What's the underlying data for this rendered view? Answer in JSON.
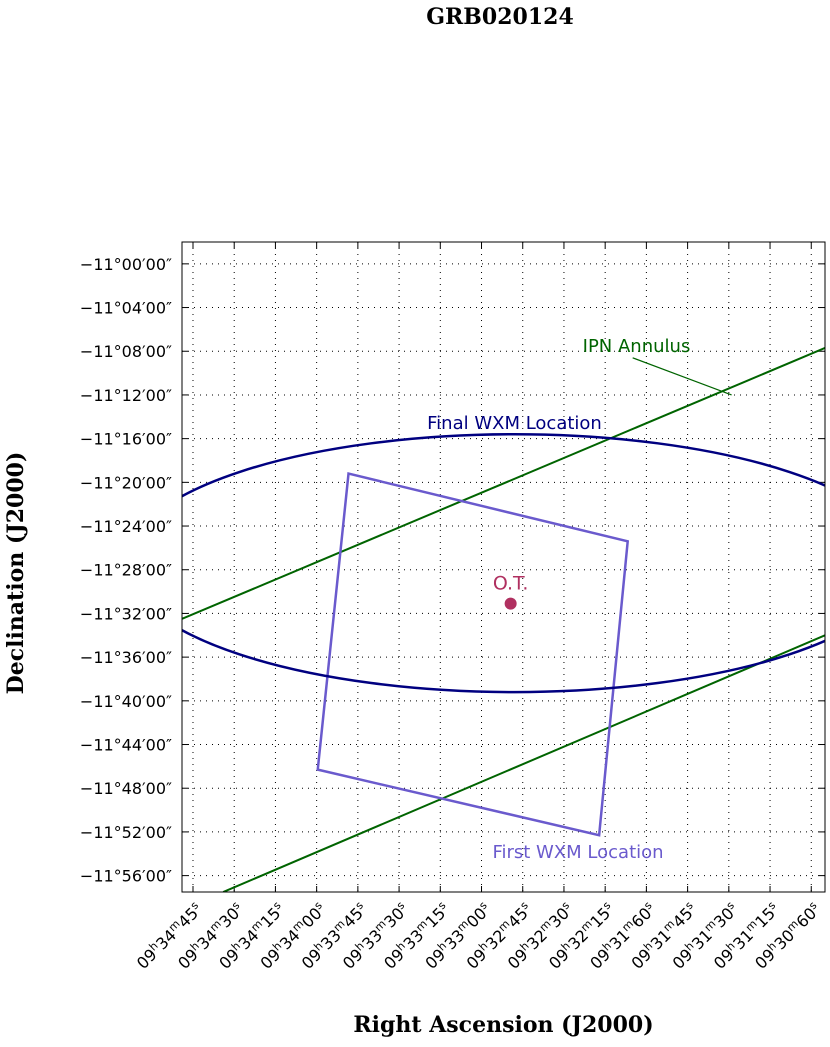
{
  "chart_data": {
    "type": "scatter",
    "title": "GRB020124",
    "xlabel": "Right Ascension (J2000)",
    "ylabel": "Declination (J2000)",
    "grid": true,
    "x_ticks": [
      {
        "h": "09",
        "m": "34",
        "s": "45"
      },
      {
        "h": "09",
        "m": "34",
        "s": "30"
      },
      {
        "h": "09",
        "m": "34",
        "s": "15"
      },
      {
        "h": "09",
        "m": "34",
        "s": "00"
      },
      {
        "h": "09",
        "m": "33",
        "s": "45"
      },
      {
        "h": "09",
        "m": "33",
        "s": "30"
      },
      {
        "h": "09",
        "m": "33",
        "s": "15"
      },
      {
        "h": "09",
        "m": "33",
        "s": "00"
      },
      {
        "h": "09",
        "m": "32",
        "s": "45"
      },
      {
        "h": "09",
        "m": "32",
        "s": "30"
      },
      {
        "h": "09",
        "m": "32",
        "s": "15"
      },
      {
        "h": "09",
        "m": "31",
        "s": "60"
      },
      {
        "h": "09",
        "m": "31",
        "s": "45"
      },
      {
        "h": "09",
        "m": "31",
        "s": "30"
      },
      {
        "h": "09",
        "m": "31",
        "s": "15"
      },
      {
        "h": "09",
        "m": "30",
        "s": "60"
      }
    ],
    "y_ticks": [
      "−11°00′00″",
      "−11°04′00″",
      "−11°08′00″",
      "−11°12′00″",
      "−11°16′00″",
      "−11°20′00″",
      "−11°24′00″",
      "−11°28′00″",
      "−11°32′00″",
      "−11°36′00″",
      "−11°40′00″",
      "−11°44′00″",
      "−11°48′00″",
      "−11°52′00″",
      "−11°56′00″"
    ],
    "x_range_arcsec_from_left_edge": [
      0,
      1170
    ],
    "y_range_arcmin": [
      -57.5,
      2
    ],
    "features": {
      "first_wxm": {
        "label": "First WXM Location",
        "color": "#6a5acd",
        "vertices": [
          {
            "x": 303,
            "y": -19.2
          },
          {
            "x": 811,
            "y": -25.4
          },
          {
            "x": 759,
            "y": -52.3
          },
          {
            "x": 247,
            "y": -46.3
          }
        ]
      },
      "final_wxm": {
        "label": "Final WXM Location",
        "color": "#000080",
        "center": {
          "x": 605,
          "y": -27.4
        },
        "radius_arcmin": 11.8
      },
      "ipn_annulus": {
        "label": "IPN Annulus",
        "color": "#006400",
        "lines": [
          {
            "x1": 0,
            "y1": -32.5,
            "x2": 1170,
            "y2": -7.7
          },
          {
            "x1": 75,
            "y1": -57.5,
            "x2": 1170,
            "y2": -34.0
          }
        ],
        "pointer": {
          "x1": 820,
          "y1": -8.6,
          "x2": 1000,
          "y2": -12.0
        }
      },
      "optical_transient": {
        "label": "O.T.",
        "color": "#b03060",
        "point": {
          "x": 598,
          "y": -31.1
        }
      }
    }
  }
}
